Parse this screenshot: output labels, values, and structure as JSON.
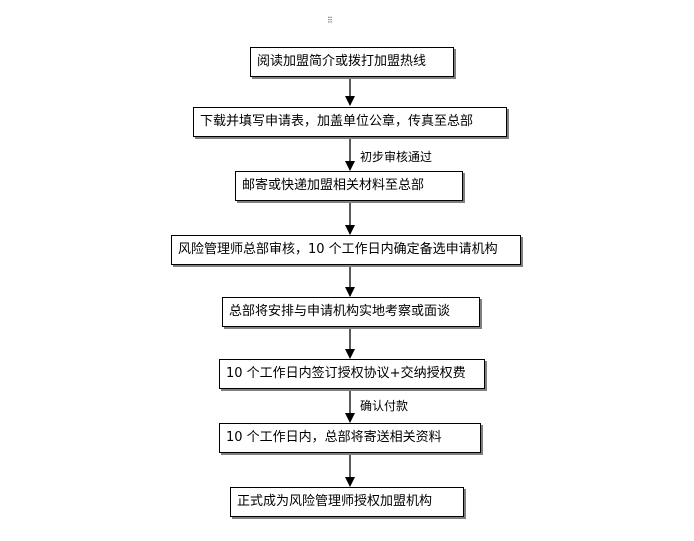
{
  "steps": [
    "阅读加盟简介或拨打加盟热线",
    "下载并填写申请表，加盖单位公章，传真至总部",
    "邮寄或快递加盟相关材料至总部",
    "风险管理师总部审核，10 个工作日内确定备选申请机构",
    "总部将安排与申请机构实地考察或面谈",
    "10 个工作日内签订授权协议+交纳授权费",
    "10 个工作日内，总部将寄送相关资料",
    "正式成为风险管理师授权加盟机构"
  ],
  "edge_labels": {
    "review": "初步审核通过",
    "payment": "确认付款"
  },
  "stray_marks": {
    "top": "⠿"
  }
}
